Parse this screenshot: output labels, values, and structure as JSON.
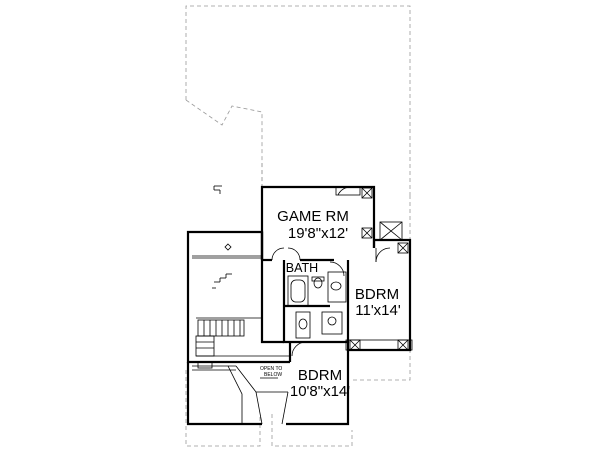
{
  "rooms": {
    "game_room": {
      "name": "GAME RM",
      "size": "19'8\"x12'"
    },
    "bath": {
      "name": "BATH"
    },
    "bedroom_right": {
      "name": "BDRM",
      "size": "11'x14'"
    },
    "bedroom_bottom": {
      "name": "BDRM",
      "size": "10'8\"x14'"
    }
  },
  "notes": {
    "open_to_below_1": "OPEN TO",
    "open_to_below_2": "BELOW"
  }
}
